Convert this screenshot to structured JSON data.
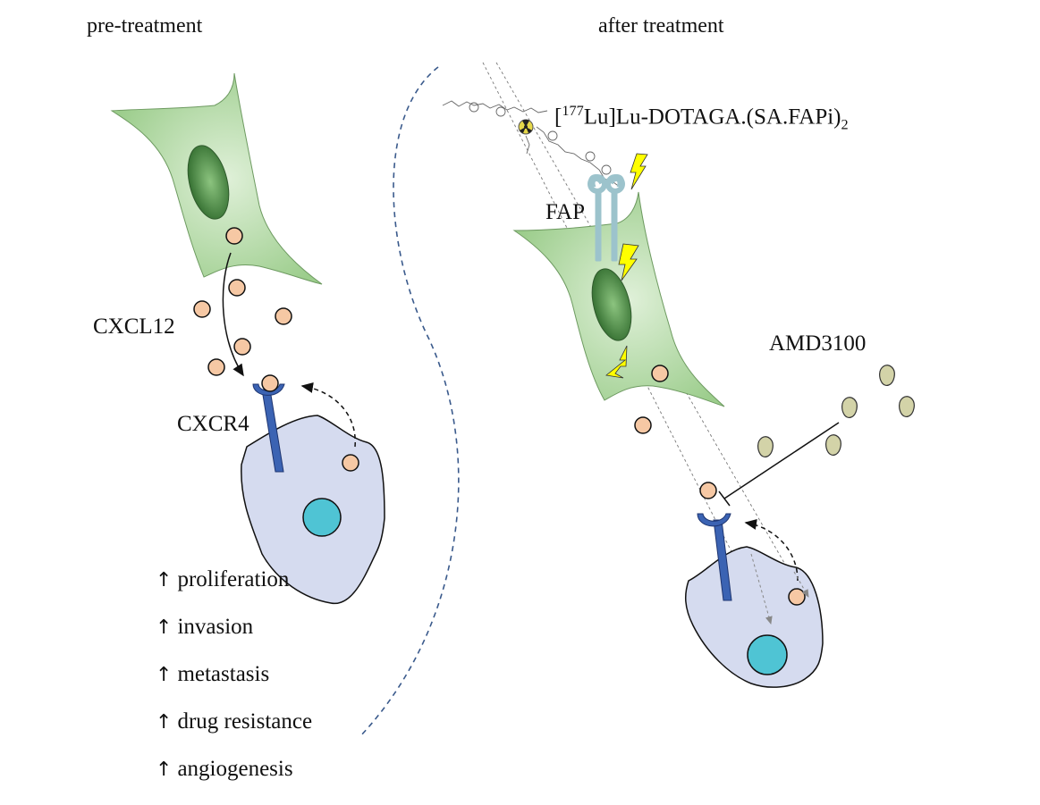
{
  "panels": {
    "pre": {
      "title": "pre-treatment"
    },
    "post": {
      "title": "after treatment"
    }
  },
  "labels": {
    "cxcl12": "CXCL12",
    "cxcr4": "CXCR4",
    "fap": "FAP",
    "amd3100": "AMD3100",
    "radioligand": {
      "bracket_open": "[",
      "isotope_mass": "177",
      "isotope_rest": "Lu]Lu-DOTAGA.(SA.FAPi)",
      "subscript": "2"
    }
  },
  "effects": [
    {
      "arrow": "↑",
      "text": "proliferation"
    },
    {
      "arrow": "↑",
      "text": "invasion"
    },
    {
      "arrow": "↑",
      "text": "metastasis"
    },
    {
      "arrow": "↑",
      "text": "drug resistance"
    },
    {
      "arrow": "↑",
      "text": "angiogenesis"
    }
  ],
  "colors": {
    "fibroblast": "#a8d39a",
    "fibroblast_nucleus": "#3f7a3a",
    "tumor_cell": "#d5dbef",
    "tumor_nucleus": "#4fc4d4",
    "cxcr4": "#3b63b3",
    "fap": "#9cc3cc",
    "chemokine": "#f6c8a4",
    "amd3100": "#d3d3a8",
    "radiation": "#ffff00",
    "divider": "#3a5a8c"
  }
}
